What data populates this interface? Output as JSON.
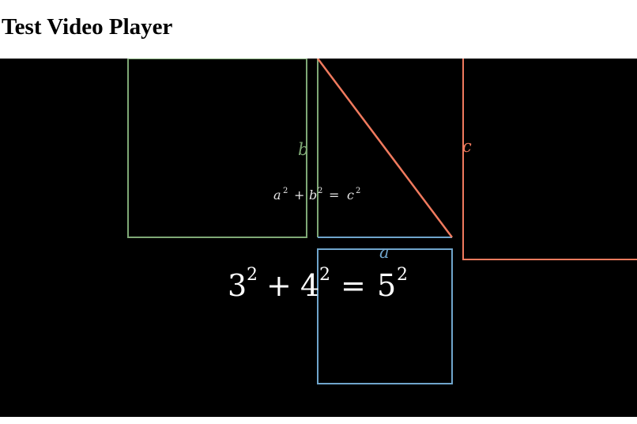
{
  "page": {
    "title": "Test Video Player"
  },
  "video": {
    "colors": {
      "background": "#000000",
      "square_b": "#7fa876",
      "triangle_hyp": "#f07a5e",
      "square_a": "#6fa5cc",
      "square_c": "#f07a5e",
      "text": "#e6e6e6"
    },
    "labels": {
      "b": "b",
      "c": "c",
      "a": "a"
    },
    "formula_general": {
      "a": "a",
      "b": "b",
      "c": "c",
      "exp": "2",
      "plus": "+",
      "equals": "="
    },
    "formula_example": {
      "base1": "3",
      "base2": "4",
      "base3": "5",
      "exp": "2",
      "plus": "+",
      "equals": "="
    }
  }
}
